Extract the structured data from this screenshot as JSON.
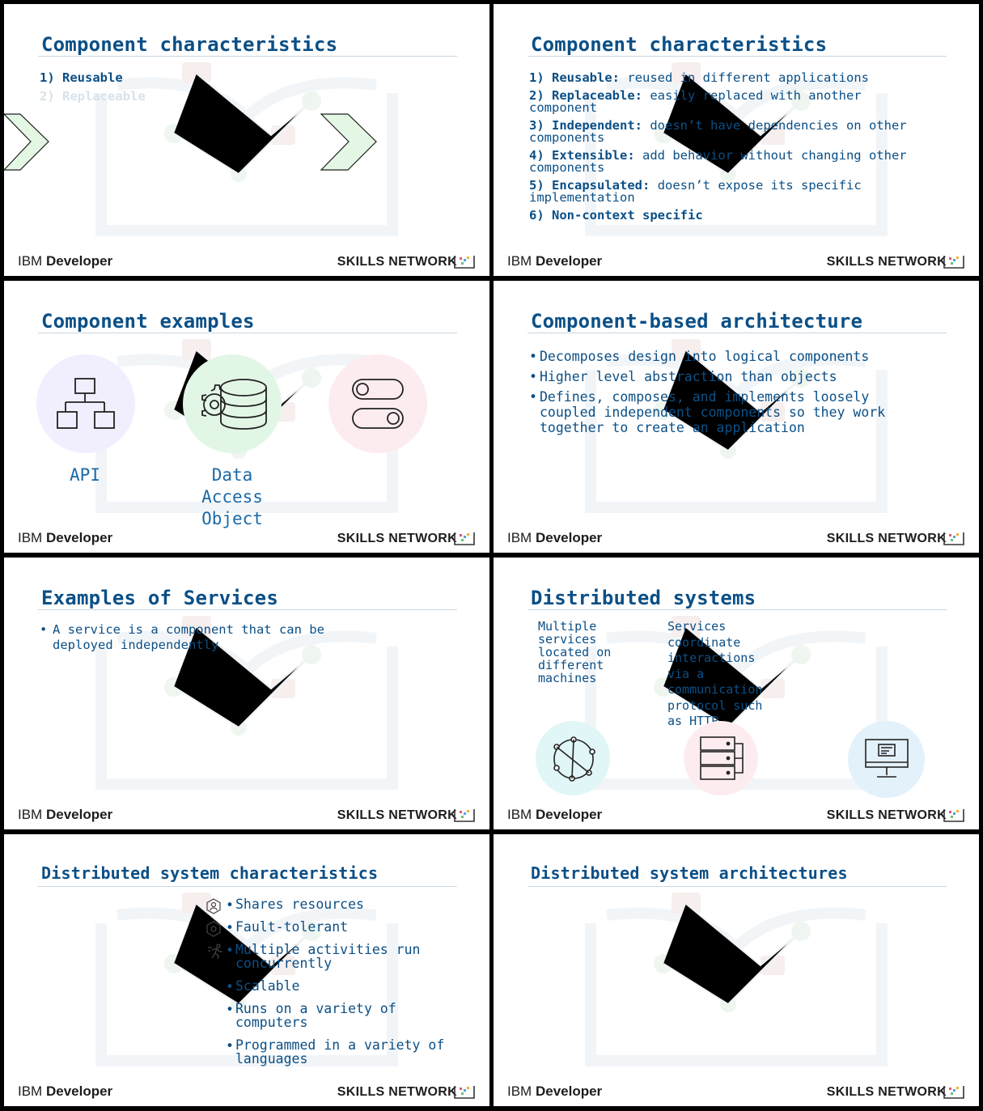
{
  "footer": {
    "left_light": "IBM",
    "left_bold": "Developer",
    "right": "SKILLS NETWORK"
  },
  "slides": [
    {
      "title": "Component characteristics",
      "items": [
        "1) Reusable",
        "2) Replaceable"
      ]
    },
    {
      "title": "Component characteristics",
      "items": [
        {
          "num": "1)",
          "term": "Reusable:",
          "desc": "reused in different applications"
        },
        {
          "num": "2)",
          "term": "Replaceable:",
          "desc": "easily replaced with another component"
        },
        {
          "num": "3)",
          "term": "Independent:",
          "desc": "doesn’t have dependencies on other components"
        },
        {
          "num": "4)",
          "term": "Extensible:",
          "desc": "add behavior without changing other components"
        },
        {
          "num": "5)",
          "term": "Encapsulated:",
          "desc": "doesn’t expose its specific implementation"
        },
        {
          "num": "6)",
          "term": "Non-context specific",
          "desc": ""
        }
      ]
    },
    {
      "title": "Component examples",
      "labels": [
        "API",
        "Data",
        "Access",
        "Object"
      ],
      "icons": [
        "hierarchy-icon",
        "database-gear-icon",
        "toggle-icon"
      ],
      "colors": {
        "lavender": "#f1eefe",
        "mint": "#e2f6e6",
        "pink": "#fdecef"
      }
    },
    {
      "title": "Component-based architecture",
      "bullets": [
        "Decomposes design into logical components",
        "Higher level abstraction than objects",
        "Defines, composes, and implements loosely coupled independent components so they work together to create an application"
      ]
    },
    {
      "title": "Examples of Services",
      "bullets": [
        "A service is a component that can be deployed independently"
      ]
    },
    {
      "title": "Distributed systems",
      "col1": "Multiple services located on different machines",
      "col2": "Services coordinate interactions via a communication protocol such as HTTP",
      "icons": [
        "network-icon",
        "server-rack-icon",
        "monitor-icon"
      ]
    },
    {
      "title": "Distributed system characteristics",
      "bullets": [
        "Shares resources",
        "Fault-tolerant",
        "Multiple activities run concurrently",
        "Scalable",
        "Runs on a variety of computers",
        "Programmed in a variety of languages"
      ]
    },
    {
      "title": "Distributed system architectures"
    }
  ],
  "colors": {
    "title": "#0b4f86",
    "body": "#1a6aa8",
    "arrow_fill": "#e4f7e4"
  }
}
